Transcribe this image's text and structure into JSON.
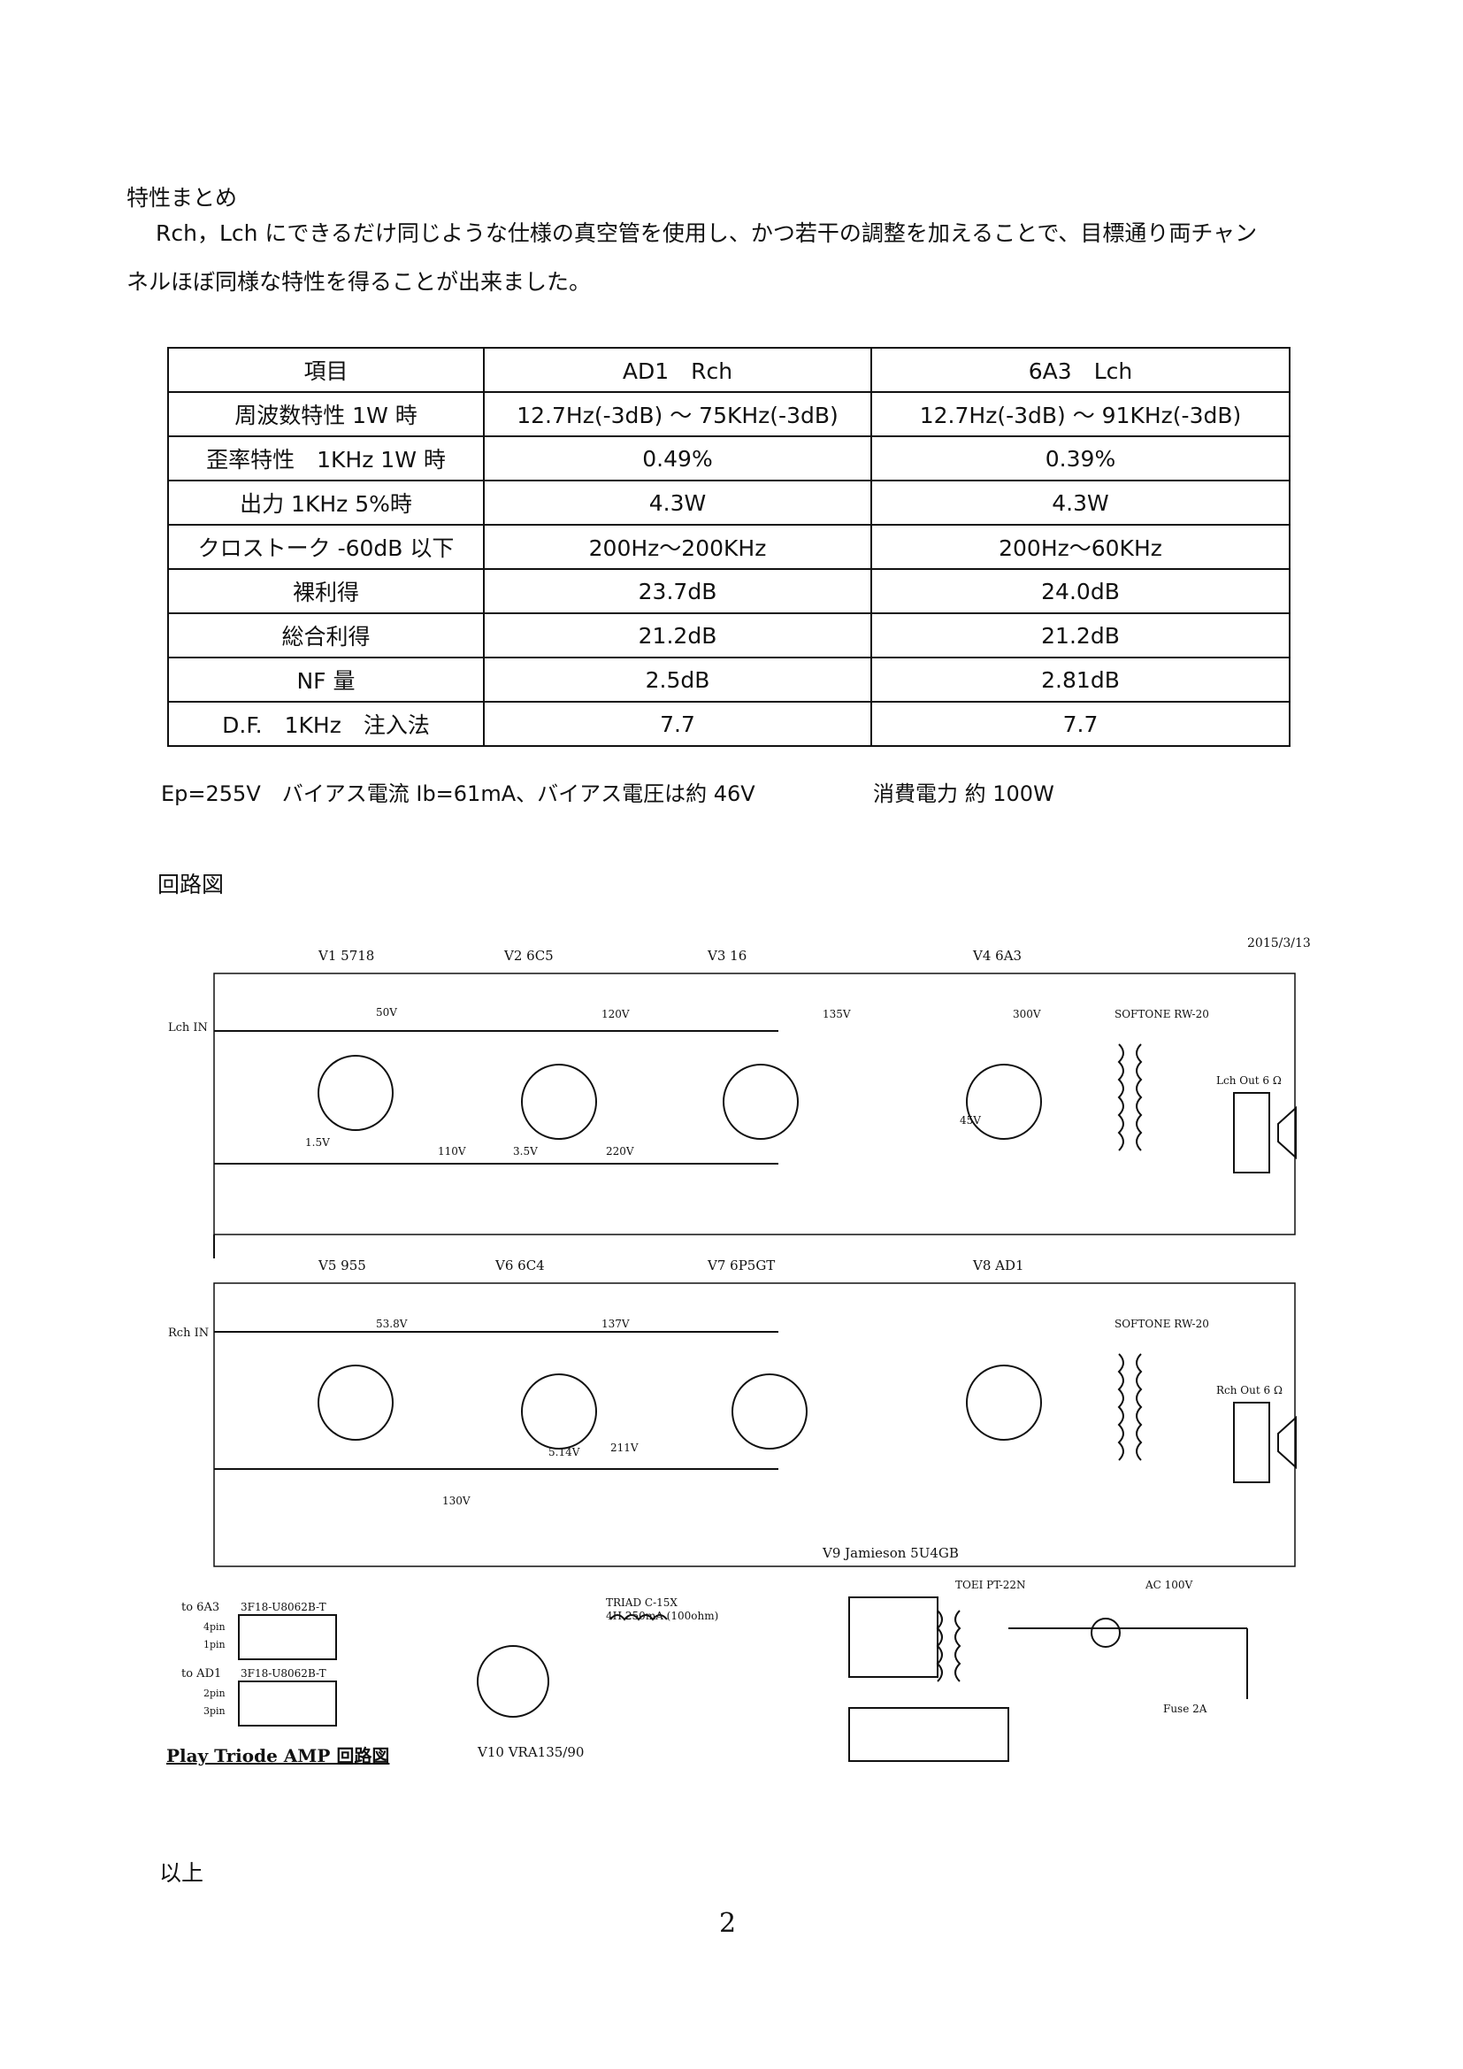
{
  "section1": {
    "heading": "特性まとめ",
    "para_line1": "Rch，Lch にできるだけ同じような仕様の真空管を使用し、かつ若干の調整を加えることで、目標通り両チャン",
    "para_line2": "ネルほぼ同様な特性を得ることが出来ました。"
  },
  "spec_table": {
    "headers": [
      "項目",
      "AD1　Rch",
      "6A3　Lch"
    ],
    "rows": [
      [
        "周波数特性 1W 時",
        "12.7Hz(-3dB) ～ 75KHz(-3dB)",
        "12.7Hz(-3dB) ～ 91KHz(-3dB)"
      ],
      [
        "歪率特性　1KHz 1W 時",
        "0.49%",
        "0.39%"
      ],
      [
        "出力 1KHz 5%時",
        "4.3W",
        "4.3W"
      ],
      [
        "クロストーク -60dB 以下",
        "200Hz～200KHz",
        "200Hz～60KHz"
      ],
      [
        "裸利得",
        "23.7dB",
        "24.0dB"
      ],
      [
        "総合利得",
        "21.2dB",
        "21.2dB"
      ],
      [
        "NF 量",
        "2.5dB",
        "2.81dB"
      ],
      [
        "D.F.　1KHz　注入法",
        "7.7",
        "7.7"
      ]
    ]
  },
  "footnote": {
    "left": "Ep=255V　バイアス電流 Ib=61mA、バイアス電圧は約 46V",
    "right": "消費電力 約 100W"
  },
  "section2": {
    "heading": "回路図"
  },
  "schematic": {
    "date": "2015/3/13",
    "tubes": [
      "V1 5718",
      "V2 6C5",
      "V3 16",
      "V4 6A3",
      "V5 955",
      "V6 6C4",
      "V7 6P5GT",
      "V8 AD1",
      "V9 Jamieson 5U4GB",
      "V10 VRA135/90"
    ],
    "ch_in": [
      "Lch IN",
      "Rch IN"
    ],
    "out_trans": [
      "SOFTONE RW-20",
      "SOFTONE RW-20"
    ],
    "out_labels": [
      "Lch Out 6 Ω",
      "Rch Out 6 Ω"
    ],
    "voltages": [
      "50V",
      "120V",
      "135V",
      "300V",
      "1.5V",
      "110V",
      "3.5V",
      "220V",
      "45V",
      "53.8V",
      "137V",
      "211V",
      "5.14V",
      "130V"
    ],
    "power": {
      "choke": "TRIAD C-15X",
      "choke_spec": "4H 250mA (100ohm)",
      "power_trans": "TOEI PT-22N",
      "ac": "AC 100V",
      "fuse": "Fuse 2A",
      "dcdc_a": "3F18-U8062B-T",
      "dcdc_b": "3F18-U8062B-T",
      "to_a": "to 6A3",
      "to_b": "to AD1",
      "pins_a": [
        "4pin",
        "1pin"
      ],
      "pins_b": [
        "2pin",
        "3pin"
      ]
    },
    "title": "Play Triode AMP 回路図"
  },
  "closing": "以上",
  "page_number": "2"
}
